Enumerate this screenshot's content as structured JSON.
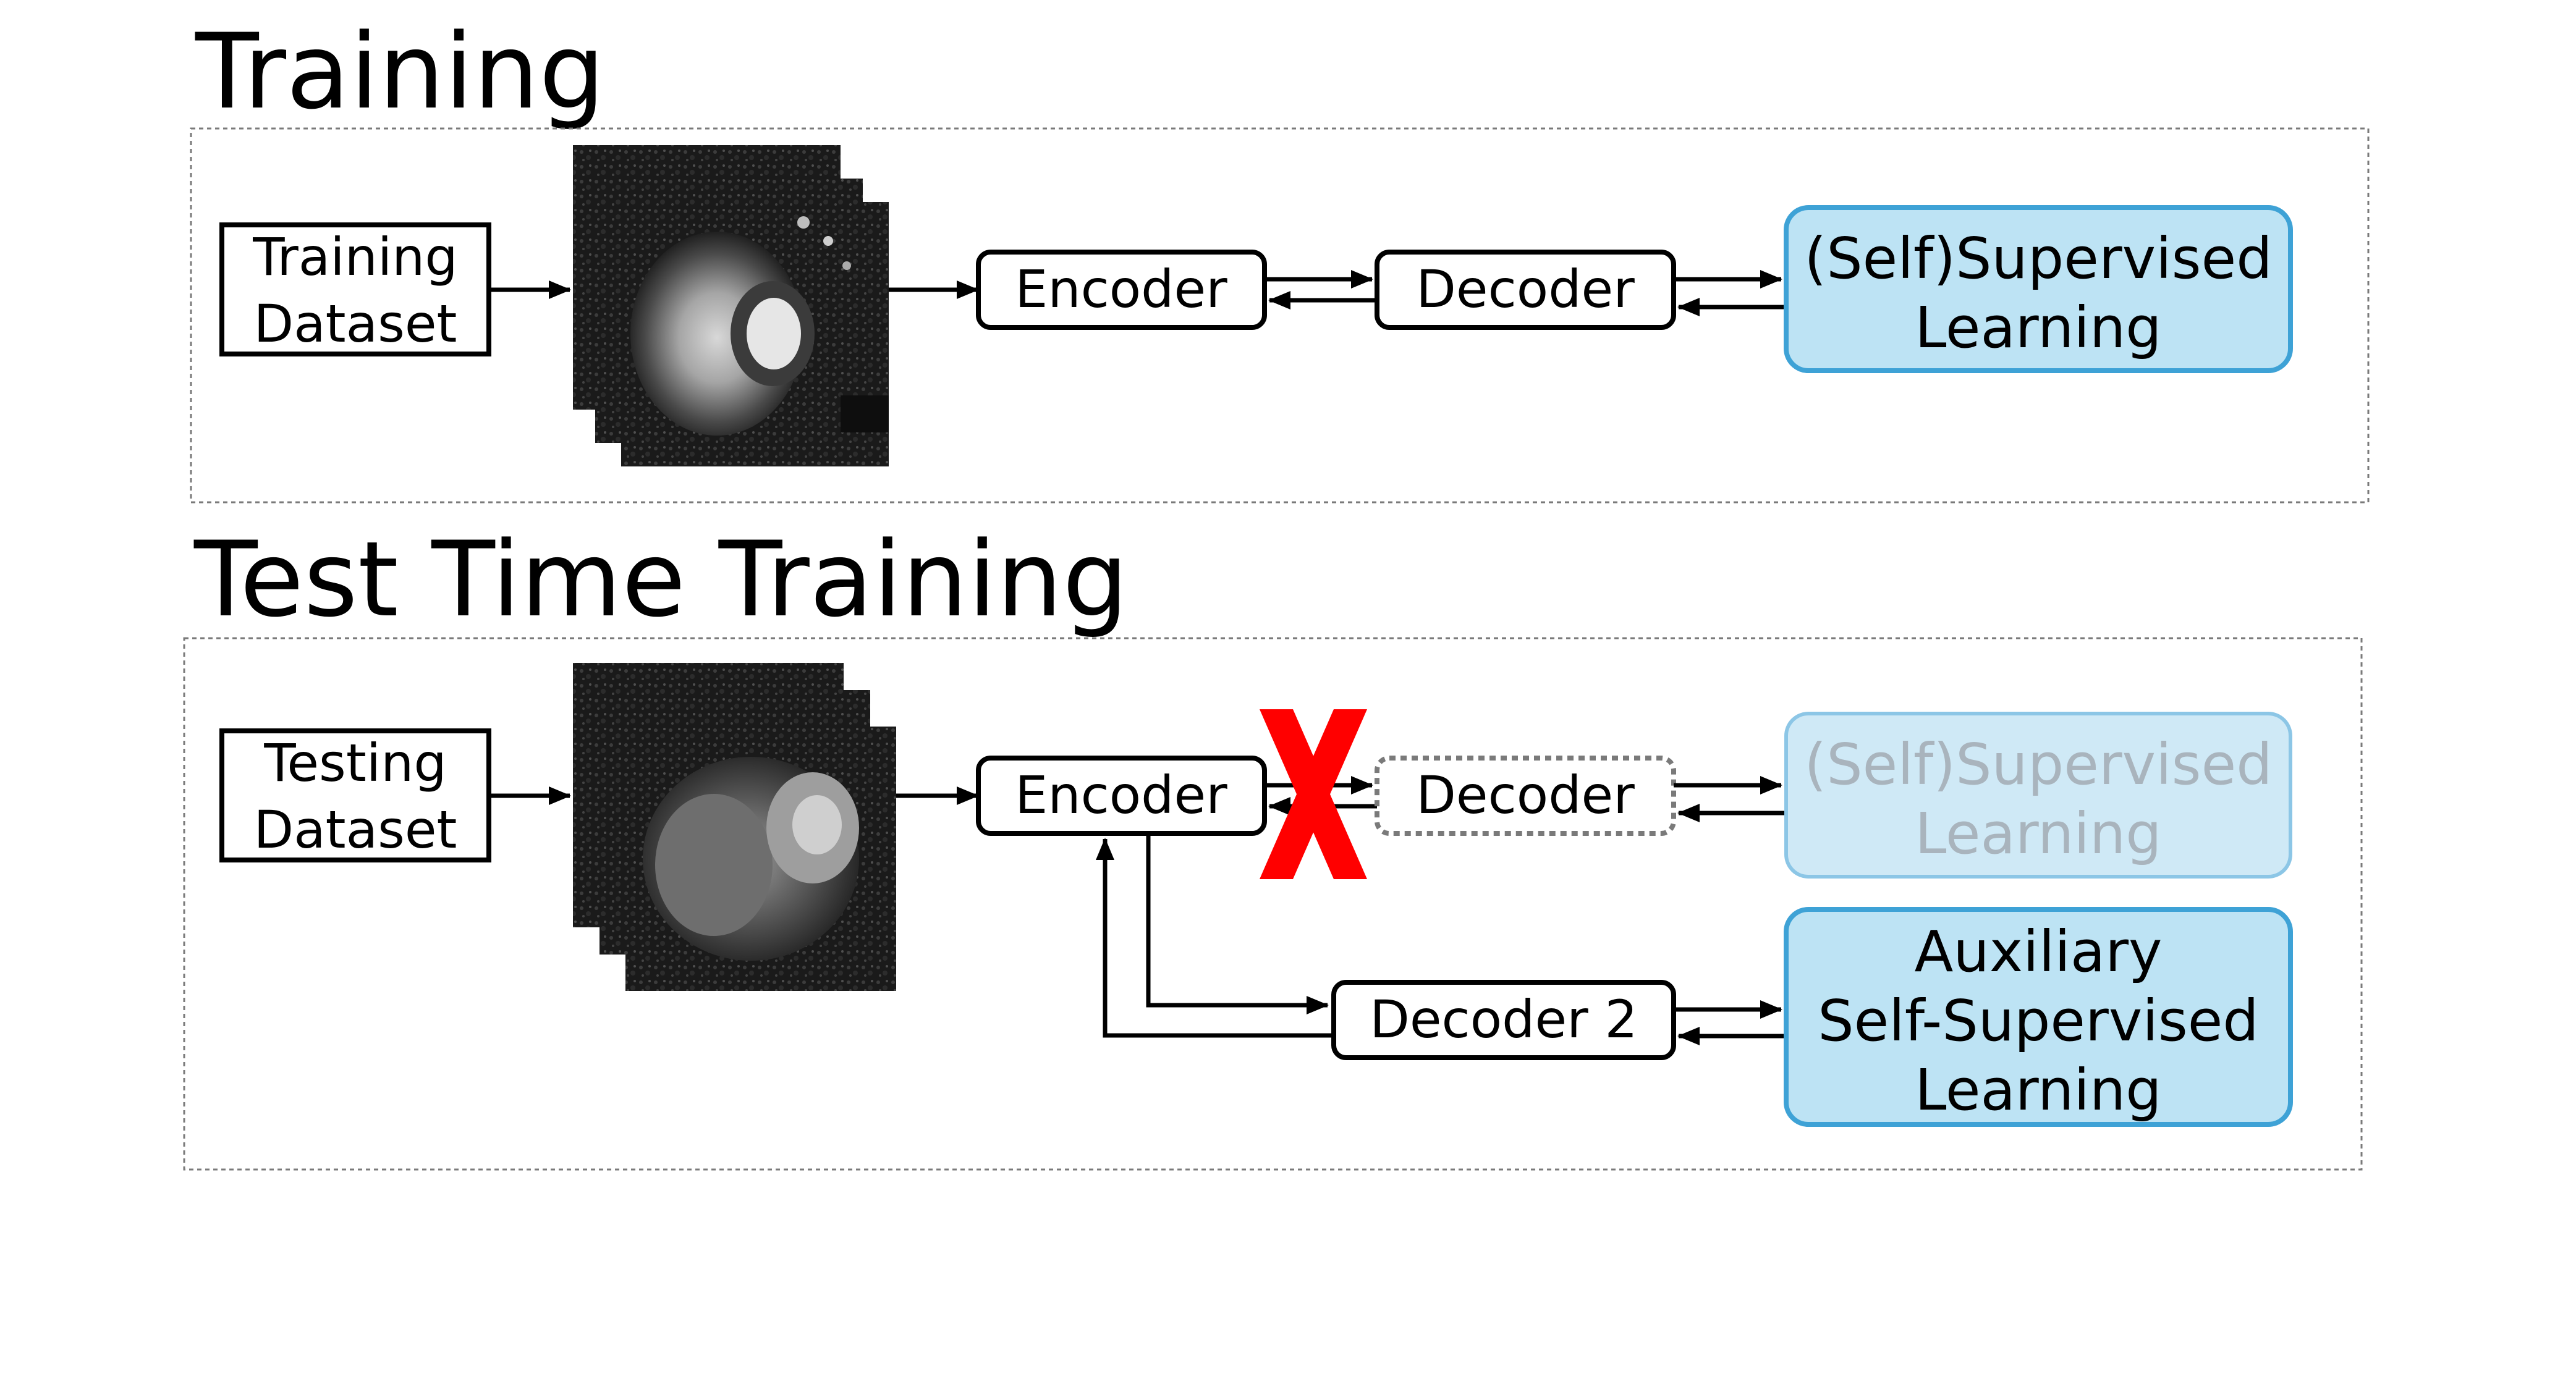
{
  "sections": {
    "training": {
      "title": "Training"
    },
    "ttt": {
      "title": "Test Time Training"
    }
  },
  "training": {
    "dataset": {
      "line1": "Training",
      "line2": "Dataset"
    },
    "encoder": "Encoder",
    "decoder": "Decoder",
    "objective": {
      "line1": "(Self)Supervised",
      "line2": "Learning"
    }
  },
  "ttt": {
    "dataset": {
      "line1": "Testing",
      "line2": "Dataset"
    },
    "encoder": "Encoder",
    "decoder": "Decoder",
    "decoder2": "Decoder 2",
    "objective": {
      "line1": "(Self)Supervised",
      "line2": "Learning"
    },
    "aux_objective": {
      "line1": "Auxiliary",
      "line2": "Self-Supervised",
      "line3": "Learning"
    }
  },
  "colors": {
    "objective_fill": "#bde3f4",
    "objective_stroke": "#3ea2d6",
    "faded_fill": "#cfe9f6",
    "faded_stroke": "#8cc6e6",
    "faded_text": "#a9b4bd",
    "cross": "#ff0000",
    "frame": "#7a7a7a"
  },
  "icons": [
    "mri-slice-stack",
    "mri-slice-stack-test",
    "cross-mark-icon"
  ]
}
